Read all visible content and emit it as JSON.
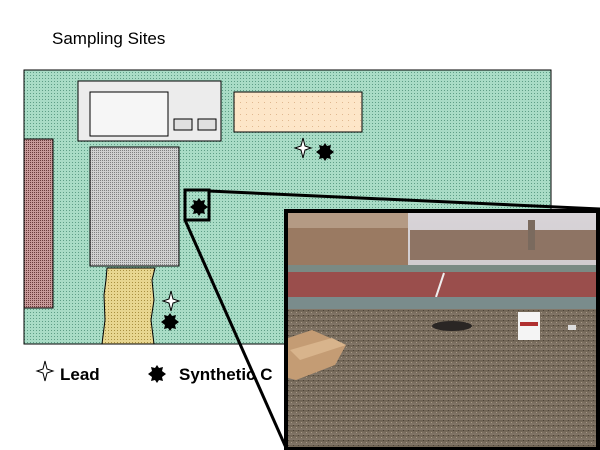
{
  "title": "Sampling Sites",
  "legend": {
    "lead_label": "Lead",
    "synthetic_label": "Synthetic C"
  },
  "colors": {
    "grass": "#9fd6bf",
    "building_gray": "#e6e6e6",
    "peach": "#fde6c8",
    "red_strip": "#b08080",
    "gray_block": "#b8b8b8",
    "yellow": "#e0cc80"
  }
}
